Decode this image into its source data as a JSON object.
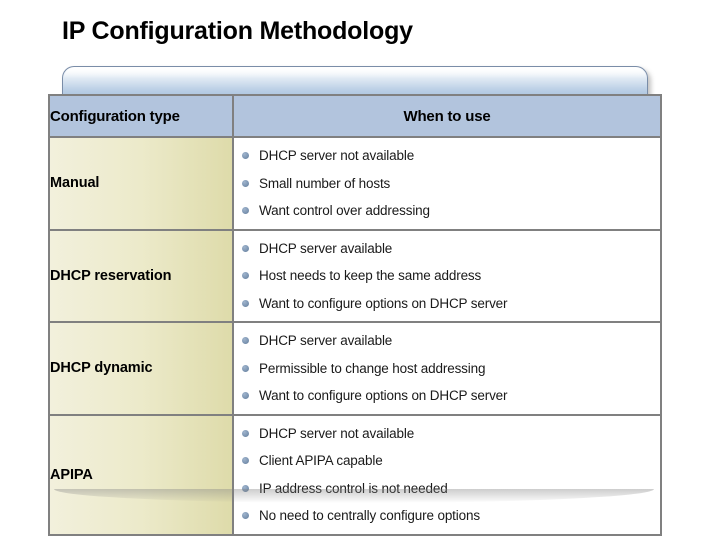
{
  "slide": {
    "title": "IP Configuration Methodology"
  },
  "colors": {
    "header_fill": "#b2c4dd",
    "type_cell_fill_light": "#f2f0dc",
    "type_cell_fill_dark": "#dedbaa",
    "border": "#808080",
    "bullet": "#7f97b4",
    "text": "#000000",
    "background": "#ffffff"
  },
  "table": {
    "columns": [
      {
        "key": "type",
        "label": "Configuration type"
      },
      {
        "key": "when",
        "label": "When to use"
      }
    ],
    "rows": [
      {
        "type": "Manual",
        "bullets": [
          "DHCP server not available",
          "Small number of hosts",
          "Want control over addressing"
        ]
      },
      {
        "type": "DHCP reservation",
        "bullets": [
          "DHCP server available",
          "Host needs to keep the same address",
          "Want to configure options on DHCP server"
        ]
      },
      {
        "type": "DHCP dynamic",
        "bullets": [
          "DHCP server available",
          "Permissible to change host addressing",
          "Want to configure options on DHCP server"
        ]
      },
      {
        "type": "APIPA",
        "bullets": [
          "DHCP server not available",
          "Client APIPA capable",
          "IP address control is not needed",
          "No need to centrally configure options"
        ]
      }
    ]
  }
}
